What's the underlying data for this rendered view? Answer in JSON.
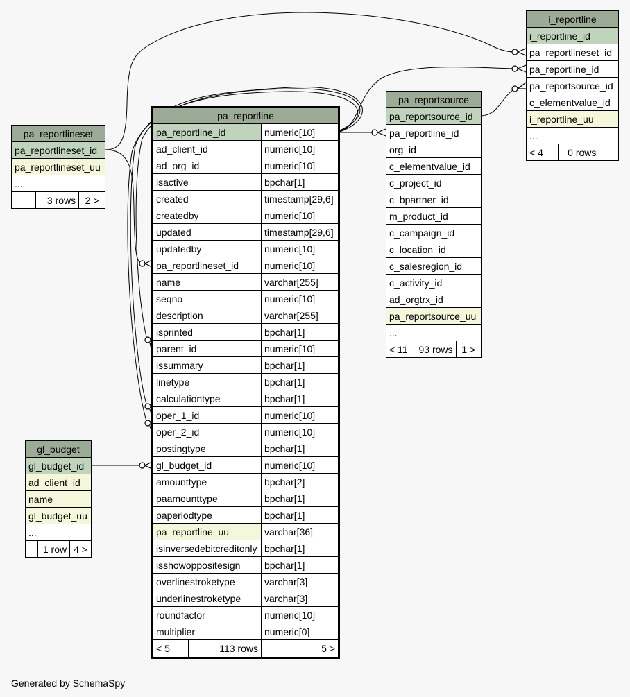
{
  "footer": "Generated by SchemaSpy",
  "tables": {
    "pa_reportlineset": {
      "name": "pa_reportlineset",
      "rows": [
        {
          "col": "pa_reportlineset_id",
          "kind": "pk"
        },
        {
          "col": "pa_reportlineset_uu",
          "kind": "uq"
        },
        {
          "col": "...",
          "kind": ""
        }
      ],
      "footer": {
        "left": "",
        "mid": "3 rows",
        "right": "2 >"
      }
    },
    "pa_reportline": {
      "name": "pa_reportline",
      "rows": [
        {
          "col": "pa_reportline_id",
          "type": "numeric[10]",
          "kind": "pk"
        },
        {
          "col": "ad_client_id",
          "type": "numeric[10]",
          "kind": ""
        },
        {
          "col": "ad_org_id",
          "type": "numeric[10]",
          "kind": ""
        },
        {
          "col": "isactive",
          "type": "bpchar[1]",
          "kind": ""
        },
        {
          "col": "created",
          "type": "timestamp[29,6]",
          "kind": ""
        },
        {
          "col": "createdby",
          "type": "numeric[10]",
          "kind": ""
        },
        {
          "col": "updated",
          "type": "timestamp[29,6]",
          "kind": ""
        },
        {
          "col": "updatedby",
          "type": "numeric[10]",
          "kind": ""
        },
        {
          "col": "pa_reportlineset_id",
          "type": "numeric[10]",
          "kind": ""
        },
        {
          "col": "name",
          "type": "varchar[255]",
          "kind": ""
        },
        {
          "col": "seqno",
          "type": "numeric[10]",
          "kind": ""
        },
        {
          "col": "description",
          "type": "varchar[255]",
          "kind": ""
        },
        {
          "col": "isprinted",
          "type": "bpchar[1]",
          "kind": ""
        },
        {
          "col": "parent_id",
          "type": "numeric[10]",
          "kind": ""
        },
        {
          "col": "issummary",
          "type": "bpchar[1]",
          "kind": ""
        },
        {
          "col": "linetype",
          "type": "bpchar[1]",
          "kind": ""
        },
        {
          "col": "calculationtype",
          "type": "bpchar[1]",
          "kind": ""
        },
        {
          "col": "oper_1_id",
          "type": "numeric[10]",
          "kind": ""
        },
        {
          "col": "oper_2_id",
          "type": "numeric[10]",
          "kind": ""
        },
        {
          "col": "postingtype",
          "type": "bpchar[1]",
          "kind": ""
        },
        {
          "col": "gl_budget_id",
          "type": "numeric[10]",
          "kind": ""
        },
        {
          "col": "amounttype",
          "type": "bpchar[2]",
          "kind": ""
        },
        {
          "col": "paamounttype",
          "type": "bpchar[1]",
          "kind": ""
        },
        {
          "col": "paperiodtype",
          "type": "bpchar[1]",
          "kind": ""
        },
        {
          "col": "pa_reportline_uu",
          "type": "varchar[36]",
          "kind": "uq"
        },
        {
          "col": "isinversedebitcreditonly",
          "type": "bpchar[1]",
          "kind": ""
        },
        {
          "col": "isshowoppositesign",
          "type": "bpchar[1]",
          "kind": ""
        },
        {
          "col": "overlinestroketype",
          "type": "varchar[3]",
          "kind": ""
        },
        {
          "col": "underlinestroketype",
          "type": "varchar[3]",
          "kind": ""
        },
        {
          "col": "roundfactor",
          "type": "numeric[10]",
          "kind": ""
        },
        {
          "col": "multiplier",
          "type": "numeric[0]",
          "kind": ""
        }
      ],
      "footer": {
        "left": "< 5",
        "mid": "113 rows",
        "right": "5 >"
      }
    },
    "pa_reportsource": {
      "name": "pa_reportsource",
      "rows": [
        {
          "col": "pa_reportsource_id",
          "kind": "pk"
        },
        {
          "col": "pa_reportline_id",
          "kind": ""
        },
        {
          "col": "org_id",
          "kind": ""
        },
        {
          "col": "c_elementvalue_id",
          "kind": ""
        },
        {
          "col": "c_project_id",
          "kind": ""
        },
        {
          "col": "c_bpartner_id",
          "kind": ""
        },
        {
          "col": "m_product_id",
          "kind": ""
        },
        {
          "col": "c_campaign_id",
          "kind": ""
        },
        {
          "col": "c_location_id",
          "kind": ""
        },
        {
          "col": "c_salesregion_id",
          "kind": ""
        },
        {
          "col": "c_activity_id",
          "kind": ""
        },
        {
          "col": "ad_orgtrx_id",
          "kind": ""
        },
        {
          "col": "pa_reportsource_uu",
          "kind": "uq"
        },
        {
          "col": "...",
          "kind": ""
        }
      ],
      "footer": {
        "left": "< 11",
        "mid": "93 rows",
        "right": "1 >"
      }
    },
    "i_reportline": {
      "name": "i_reportline",
      "rows": [
        {
          "col": "i_reportline_id",
          "kind": "pk"
        },
        {
          "col": "pa_reportlineset_id",
          "kind": ""
        },
        {
          "col": "pa_reportline_id",
          "kind": ""
        },
        {
          "col": "pa_reportsource_id",
          "kind": ""
        },
        {
          "col": "c_elementvalue_id",
          "kind": ""
        },
        {
          "col": "i_reportline_uu",
          "kind": "uq"
        },
        {
          "col": "...",
          "kind": ""
        }
      ],
      "footer": {
        "left": "< 4",
        "mid": "0 rows",
        "right": ""
      }
    },
    "gl_budget": {
      "name": "gl_budget",
      "rows": [
        {
          "col": "gl_budget_id",
          "kind": "pk"
        },
        {
          "col": "ad_client_id",
          "kind": "uq"
        },
        {
          "col": "name",
          "kind": "uq"
        },
        {
          "col": "gl_budget_uu",
          "kind": "uq"
        },
        {
          "col": "...",
          "kind": ""
        }
      ],
      "footer": {
        "left": "",
        "mid": "1 row",
        "right": "4 >"
      }
    }
  },
  "colors": {
    "header": "#9cab96",
    "primary_key": "#bfd4bb",
    "unique": "#f4f7da",
    "background": "#f7f7f7"
  }
}
